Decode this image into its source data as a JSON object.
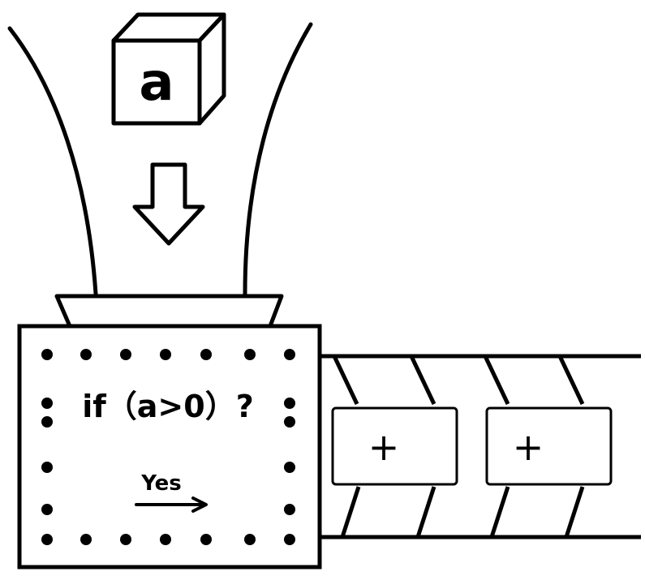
{
  "cube": {
    "label": "a"
  },
  "machine": {
    "condition": "if（a>0）?",
    "yes_label": "Yes"
  },
  "conveyor": {
    "items": [
      {
        "label": "+"
      },
      {
        "label": "+"
      }
    ]
  }
}
